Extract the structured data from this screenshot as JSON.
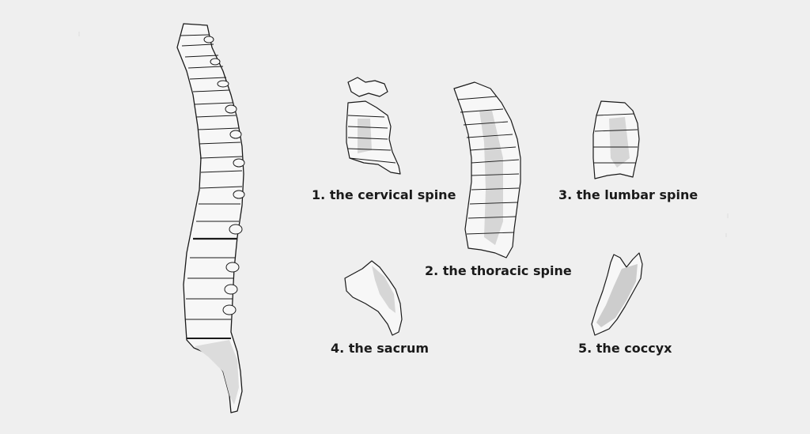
{
  "labels": {
    "cervical": "1. the cervical spine",
    "thoracic": "2. the thoracic spine",
    "lumbar": "3. the lumbar spine",
    "sacrum": "4. the sacrum",
    "coccyx": "5. the coccyx"
  },
  "colors": {
    "background": "#efefef",
    "bone_fill": "#f7f7f7",
    "bone_shade": "#cfcfcf",
    "outline": "#1a1a1a"
  }
}
